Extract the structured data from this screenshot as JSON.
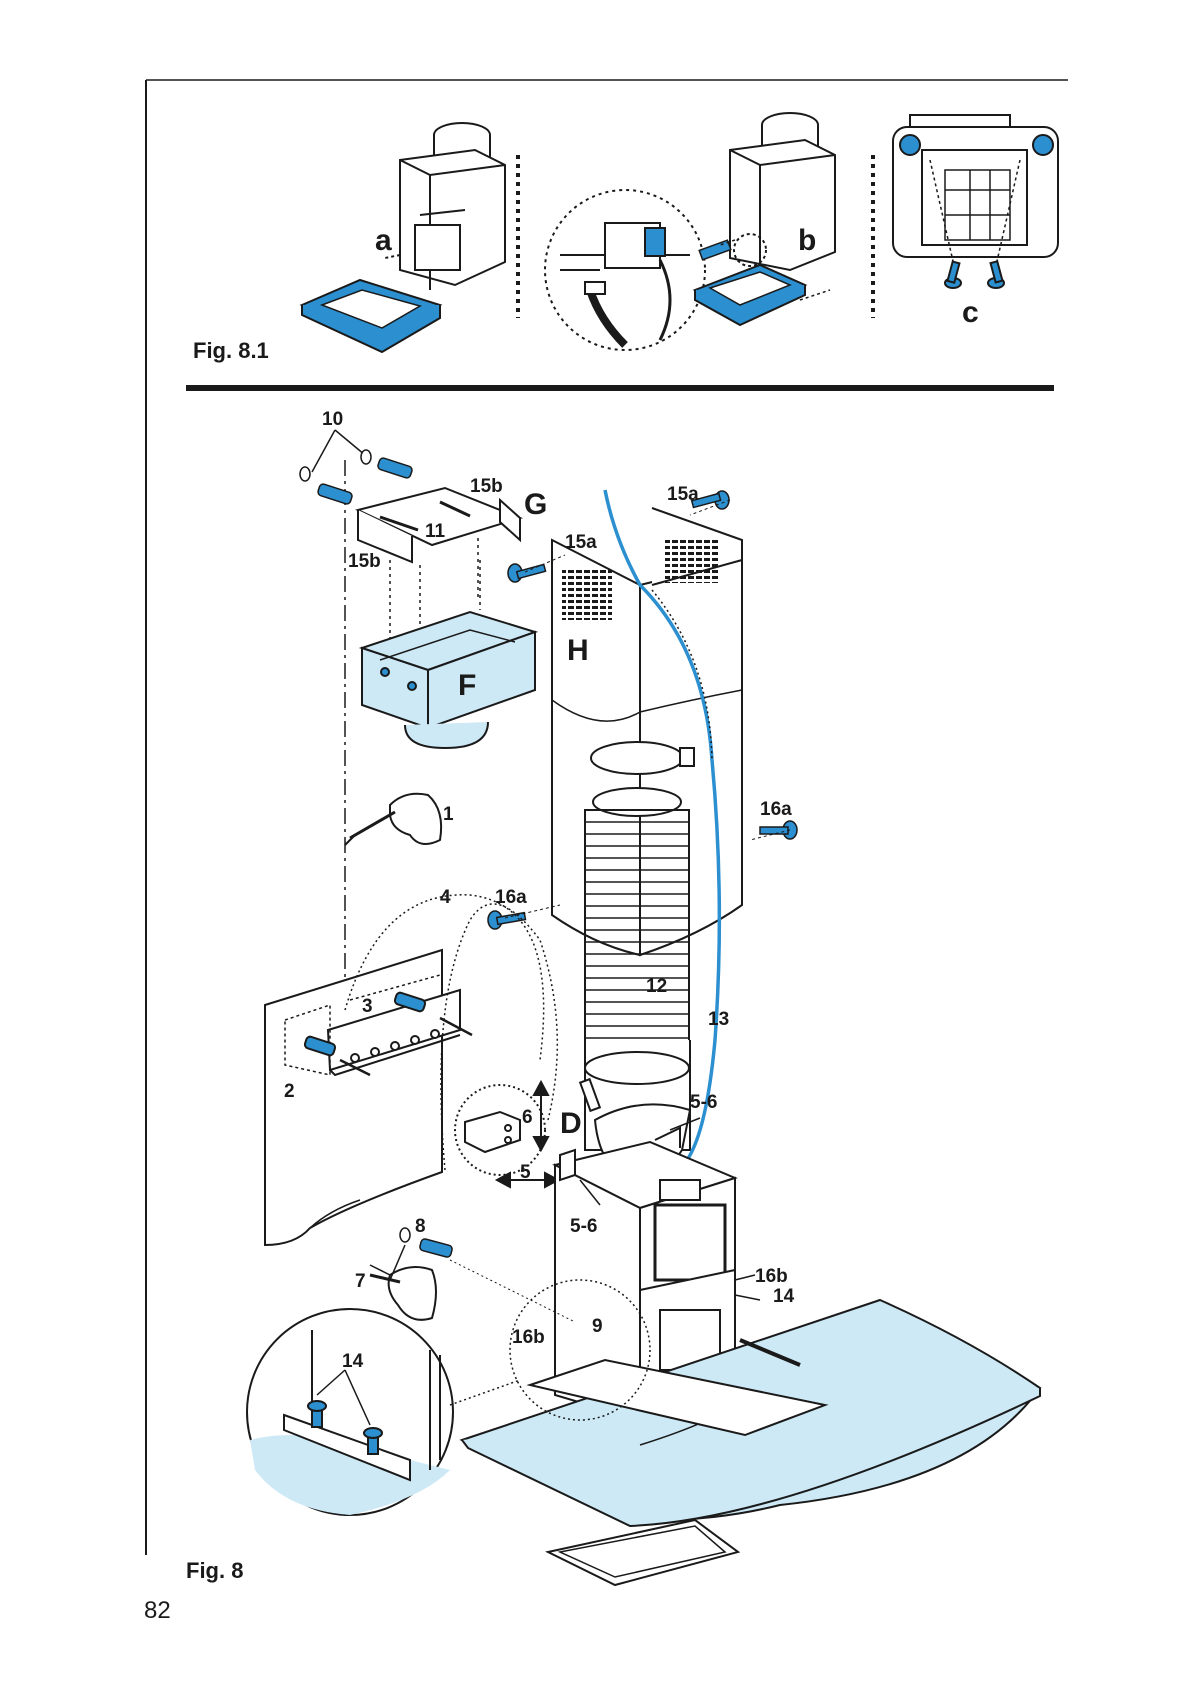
{
  "figure_top": {
    "caption": "Fig. 8.1",
    "step_a": "a",
    "step_b": "b",
    "step_c": "c"
  },
  "figure_main": {
    "caption": "Fig. 8",
    "parts": {
      "F": "F",
      "G": "G",
      "H": "H",
      "D": "D"
    },
    "callouts": {
      "n1": "1",
      "n2": "2",
      "n3": "3",
      "n4": "4",
      "n5": "5",
      "n6": "6",
      "n7": "7",
      "n8": "8",
      "n9": "9",
      "n10": "10",
      "n11": "11",
      "n12": "12",
      "n13": "13",
      "n14": "14",
      "n14_detail": "14",
      "n15a_top": "15a",
      "n15a_side": "15a",
      "n15b_top": "15b",
      "n15b_left": "15b",
      "n16a_right": "16a",
      "n16a_left": "16a",
      "n16b_right": "16b",
      "n16b_left": "16b",
      "n5_6_top": "5-6",
      "n5_6_bottom": "5-6"
    }
  },
  "page_number": "82",
  "colors": {
    "accent_blue": "#2b8fd0",
    "light_blue": "#cde9f6",
    "line": "#1a1a1a"
  }
}
